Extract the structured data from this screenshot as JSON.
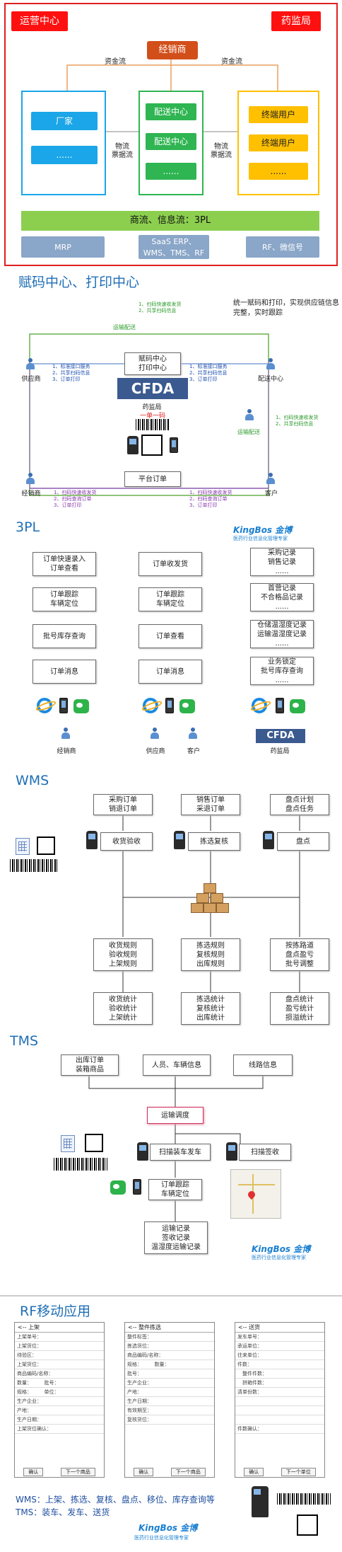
{
  "section1": {
    "ops_center": "运营中心",
    "regulator": "药监局",
    "distributor": "经销商",
    "capital_flow_left": "资金流",
    "capital_flow_right": "资金流",
    "manufacturer": "厂家",
    "manufacturer_more": "......",
    "logistics_left": "物流\n票据流",
    "logistics_right": "物流\n票据流",
    "dc1": "配送中心",
    "dc2": "配送中心",
    "dc_more": "......",
    "end_user1": "终端用户",
    "end_user2": "终端用户",
    "end_user_more": "......",
    "bar": "商流、信息流：3PL",
    "sys_mrp": "MRP",
    "sys_saas_line1": "SaaS ERP、",
    "sys_saas_line2": "WMS、TMS、RF",
    "sys_rf": "RF、微信号"
  },
  "section2": {
    "title": "赋码中心、打印中心",
    "tagline": "统一赋码和打印，实现供应链信息完整，实时跟踪",
    "top_note": [
      "1、扫码快速收发货",
      "2、共享扫码信息"
    ],
    "ship_top": "运输配送",
    "center_box_line1": "赋码中心",
    "center_box_line2": "打印中心",
    "left_note": [
      "1、标准接口服务",
      "2、共享扫码信息",
      "3、订单打印"
    ],
    "right_note": [
      "1、标准接口服务",
      "2、共享扫码信息",
      "3、订单打印"
    ],
    "supplier": "供应商",
    "dc": "配送中心",
    "cfda": "CFDA",
    "regulator": "药监局",
    "one_code": "一单一码",
    "right_green_note": [
      "1、扫码快速收发货",
      "2、共享扫码信息"
    ],
    "ship_right": "运输配送",
    "platform_order": "平台订单",
    "distributor": "经销商",
    "customer": "客户",
    "bottom_left_note": [
      "1、扫码快速收发货",
      "2、扫码查询订单",
      "3、订单打印"
    ],
    "bottom_right_note": [
      "1、扫码快速收发货",
      "2、扫码查询订单",
      "3、订单打印"
    ]
  },
  "section3": {
    "title": "3PL",
    "brand": "KingBos 金博",
    "brand_sub": "医药行业信息化管理专家",
    "col1": [
      [
        "订单快速录入",
        "订单查看"
      ],
      [
        "订单跟踪",
        "车辆定位"
      ],
      [
        "批号库存查询"
      ],
      [
        "订单消息"
      ]
    ],
    "col2": [
      [
        "订单收发货"
      ],
      [
        "订单跟踪",
        "车辆定位"
      ],
      [
        "订单查看"
      ],
      [
        "订单消息"
      ]
    ],
    "col3": [
      [
        "采购记录",
        "销售记录",
        "......"
      ],
      [
        "首营记录",
        "不合格品记录",
        "......"
      ],
      [
        "仓储温湿度记录",
        "运输温湿度记录",
        "......"
      ],
      [
        "业务锁定",
        "批号库存查询",
        "......"
      ]
    ],
    "role_distributor": "经销商",
    "role_supplier": "供应商",
    "role_customer": "客户",
    "role_regulator": "药监局",
    "cfda": "CFDA"
  },
  "section4": {
    "title": "WMS",
    "top_boxes": [
      [
        "采购订单",
        "销退订单"
      ],
      [
        "销售订单",
        "采退订单"
      ],
      [
        "盘点计划",
        "盘点任务"
      ]
    ],
    "ops": [
      "收货验收",
      "拣选复核",
      "盘点"
    ],
    "rules": [
      [
        "收货规则",
        "验收规则",
        "上架规则"
      ],
      [
        "拣选规则",
        "复核规则",
        "出库规则"
      ],
      [
        "按拣路道",
        "盘点盈亏",
        "批号调整"
      ]
    ],
    "stats": [
      [
        "收货统计",
        "验收统计",
        "上架统计"
      ],
      [
        "拣选统计",
        "复核统计",
        "出库统计"
      ],
      [
        "盘点统计",
        "盈亏统计",
        "损溢统计"
      ]
    ]
  },
  "section5": {
    "title": "TMS",
    "top_boxes": [
      [
        "出库订单",
        "装箱商品"
      ],
      [
        "人员、车辆信息"
      ],
      [
        "线路信息"
      ]
    ],
    "dispatch": "运输调度",
    "scan_ship": "扫描装车发车",
    "scan_sign": "扫描签收",
    "track_line1": "订单跟踪",
    "track_line2": "车辆定位",
    "records": [
      "运输记录",
      "签收记录",
      "温湿度运输记录"
    ],
    "brand": "KingBos 金博",
    "brand_sub": "医药行业信息化管理专家"
  },
  "section6": {
    "title": "RF移动应用",
    "forms": [
      {
        "title": "上架",
        "rows": [
          "上架单号：",
          "上架货位：",
          "待验区：",
          "上架货位：",
          "商品编码/名称：",
          "数量：　　　批号：",
          "规格：　　　单位：",
          "生产企业：",
          "产地：",
          "生产日期：",
          "上架货位确认："
        ],
        "btn1": "确认",
        "btn2": "下一个商品"
      },
      {
        "title": "整件拣选",
        "rows": [
          "整件标签：",
          "拣选货位：",
          "商品编码/名称：",
          "规格：　　　数量：",
          "批号：",
          "生产企业：",
          "产地：",
          "生产日期：",
          "有效期至：",
          "复核货位："
        ],
        "btn1": "确认",
        "btn2": "下一个商品"
      },
      {
        "title": "送货",
        "rows": [
          "发车单号：",
          "承运单位：",
          "往来单位：",
          "件数：",
          "　整件件数：",
          "　拼箱件数：",
          "清单份数：",
          "",
          "",
          "",
          "件数确认："
        ],
        "btn1": "确认",
        "btn2": "下一个单位"
      }
    ],
    "footer_line1": "WMS：上架、拣选、复核、盘点、移位、库存查询等",
    "footer_line2": "TMS：装车、发车、送货",
    "brand": "KingBos 金博",
    "brand_sub": "医药行业信息化管理专家"
  },
  "colors": {
    "red": "#ff1010",
    "orange": "#d24f1a",
    "blue": "#1aa6e8",
    "green": "#2fb552",
    "yellow": "#ffc000",
    "title_blue": "#1f6fb5"
  }
}
